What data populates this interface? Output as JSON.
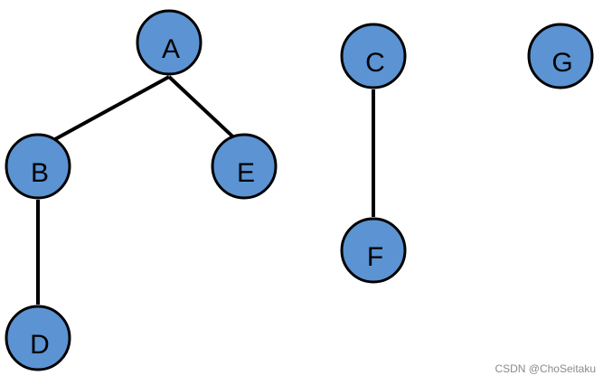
{
  "diagram": {
    "nodes": [
      {
        "id": "A",
        "label": "A"
      },
      {
        "id": "B",
        "label": "B"
      },
      {
        "id": "C",
        "label": "C"
      },
      {
        "id": "D",
        "label": "D"
      },
      {
        "id": "E",
        "label": "E"
      },
      {
        "id": "F",
        "label": "F"
      },
      {
        "id": "G",
        "label": "G"
      }
    ],
    "edges": [
      {
        "from": "A",
        "to": "B"
      },
      {
        "from": "A",
        "to": "E"
      },
      {
        "from": "B",
        "to": "D"
      },
      {
        "from": "C",
        "to": "F"
      }
    ]
  },
  "watermark": {
    "text": "CSDN @ChoSeitaku"
  },
  "colors": {
    "node_fill": "#5b93d3",
    "node_stroke": "#000000",
    "edge": "#000000",
    "watermark": "#8a8a8a"
  }
}
